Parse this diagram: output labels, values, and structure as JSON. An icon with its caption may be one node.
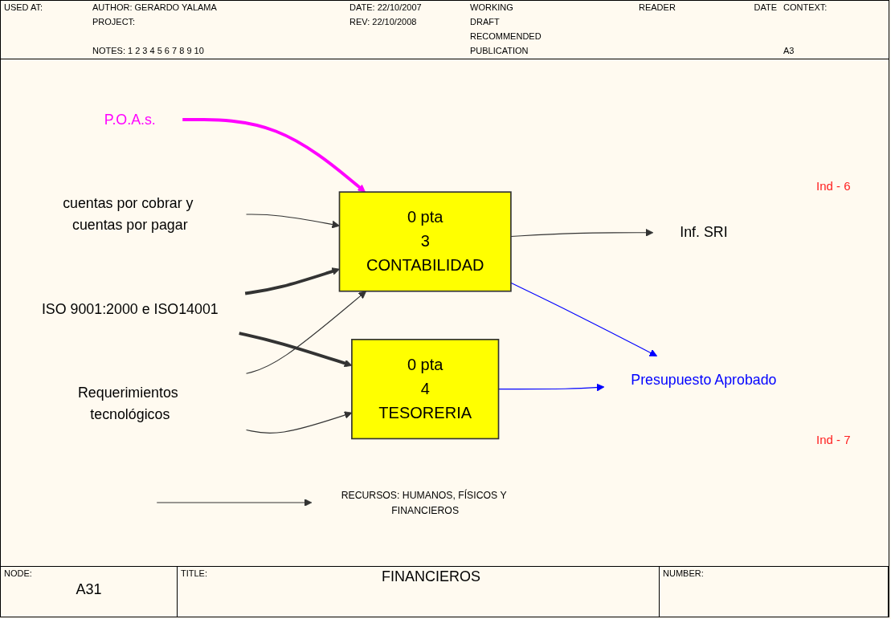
{
  "diagram": {
    "title": "FINANCIEROS",
    "nodes": [
      {
        "text": [
          "P.O.A.s."
        ]
      },
      {
        "text": [
          "ISO 9001:2000 e ISO14001"
        ]
      },
      {
        "text": [
          "cuentas por cobrar y cuentas por pagar"
        ]
      },
      {
        "text": [
          "Requerimientos tecnológicos"
        ]
      },
      {
        "text": [
          "0 pta",
          "3",
          "CONTABILIDAD"
        ]
      },
      {
        "text": [
          "Inf. SRI"
        ]
      },
      {
        "text": [
          "Presupuesto Aprobado"
        ]
      },
      {
        "text": [
          "0 pta",
          "4",
          "TESORERIA"
        ]
      },
      {
        "text": [
          "RECURSOS: HUMANOS, FÍSICOS Y FINANCIEROS"
        ]
      }
    ],
    "edges": [
      {
        "from": 0,
        "to": 4,
        "arrow": "to",
        "style": "thick",
        "color": "#ff00ff"
      },
      {
        "from": 1,
        "to": 4,
        "arrow": "to",
        "style": "thick"
      },
      {
        "from": 1,
        "to": 7,
        "arrow": "to",
        "style": "thick"
      },
      {
        "from": 2,
        "to": 4,
        "arrow": "to"
      },
      {
        "from": 3,
        "to": 4,
        "arrow": "to"
      },
      {
        "from": 3,
        "to": 7,
        "arrow": "to"
      },
      {
        "from": 4,
        "to": 5,
        "arrow": "to"
      },
      {
        "from": 4,
        "to": 6,
        "arrow": "to",
        "color": "#0000ff"
      },
      {
        "from": 7,
        "to": 6,
        "arrow": "to",
        "color": "#0000ff"
      },
      {
        "from": null,
        "to": 8,
        "arrow": "to"
      }
    ],
    "labels": [
      "USED AT:",
      "AUTHOR: GERARDO YALAMA",
      "PROJECT:",
      "NOTES: 1 2 3 4 5 6 7 8 9 10",
      "DATE: 22/10/2007",
      "REV: 22/10/2008",
      "WORKING",
      "DRAFT",
      "RECOMMENDED",
      "PUBLICATION",
      "READER",
      "DATE",
      "CONTEXT:",
      "A3",
      "Ind - 6",
      "Ind - 7",
      "NODE:",
      "A31",
      "TITLE:",
      "NUMBER:"
    ]
  }
}
